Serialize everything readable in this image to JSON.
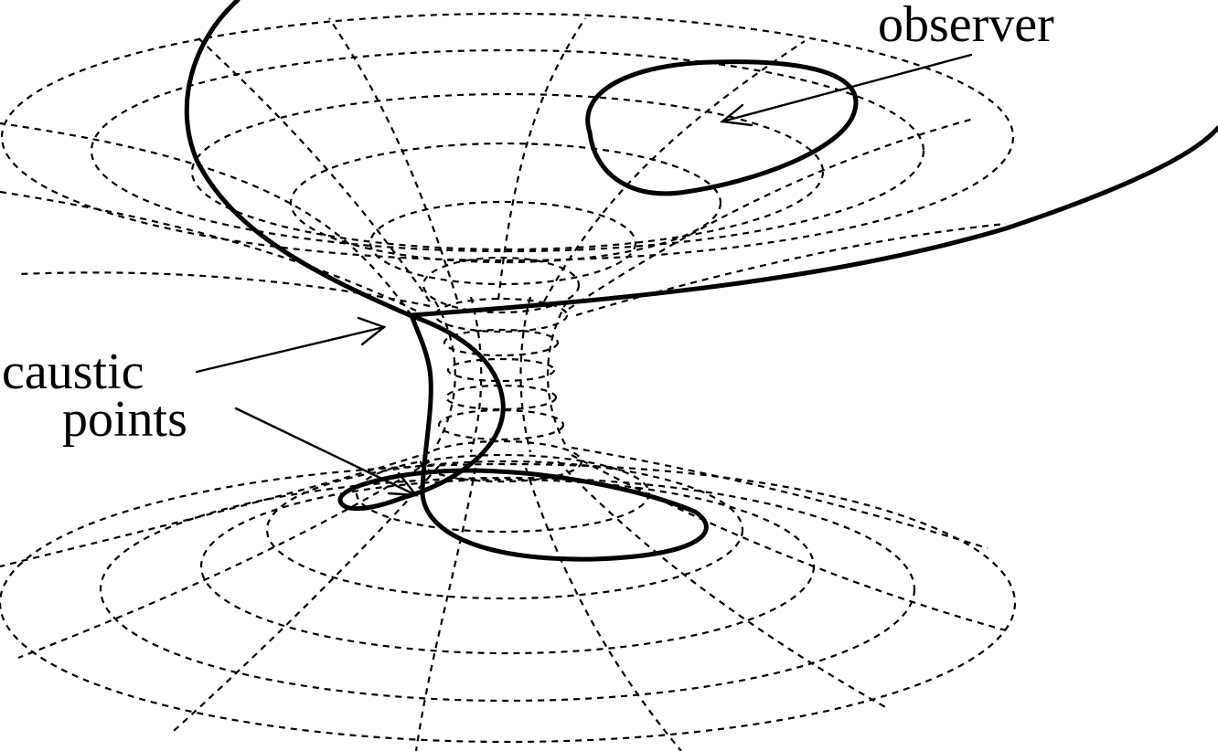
{
  "labels": {
    "observer": "observer",
    "caustic_line1": "caustic",
    "caustic_line2": "points"
  },
  "colors": {
    "ink": "#000000",
    "background": "#ffffff"
  }
}
